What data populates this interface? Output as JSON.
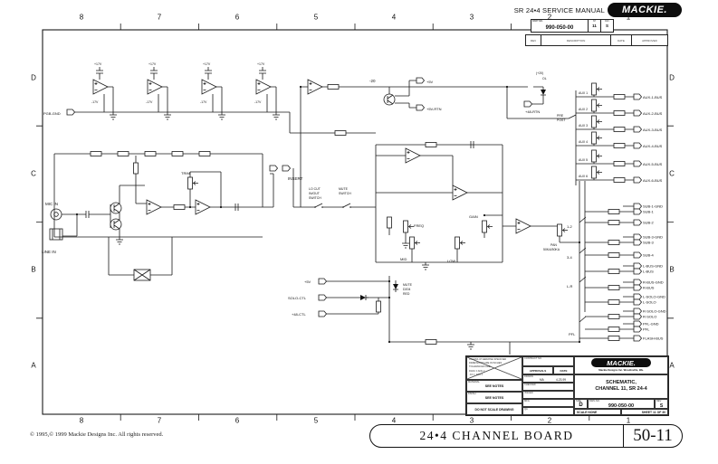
{
  "header": {
    "service_manual": "SR 24•4 SERVICE MANUAL",
    "brand": "MACKIE.",
    "part_label": "PART NO.",
    "part_no": "990-050-00",
    "sheet_label": "SH",
    "sheet_no": "11",
    "rev_label": "REV",
    "rev": "S"
  },
  "rev_strip": {
    "rev": "REV",
    "description": "DESCRIPTION",
    "date": "DATE",
    "approved": "APPROVED"
  },
  "zones": {
    "columns": [
      "8",
      "7",
      "6",
      "5",
      "4",
      "3",
      "2",
      "1"
    ],
    "rows": [
      "D",
      "C",
      "B",
      "A"
    ]
  },
  "title_block": {
    "tolerance_lines": [
      "UNLESS OTHERWISE SPECIFIED",
      "DIMENSIONS ARE IN INCHES",
      "TOLERANCES ARE:",
      "FRAC ±   ANG ±",
      ".XX ±   .XXX ±"
    ],
    "material_label": "MATERIAL",
    "material": "SEE NOTES",
    "finish_label": "FINISH",
    "finish": "SEE NOTES",
    "do_not_scale": "DO NOT SCALE DRAWING",
    "contract_label": "CONTRACT NO.",
    "approvals_label": "APPROVALS",
    "date_label": "DATE",
    "rows": [
      {
        "label": "DRAWN",
        "by": "MA",
        "date": "4-23-99"
      },
      {
        "label": "CHECKED",
        "by": "",
        "date": ""
      },
      {
        "label": "ISSUED",
        "by": "",
        "date": ""
      },
      {
        "label": "MFG",
        "by": "",
        "date": ""
      },
      {
        "label": "QA",
        "by": "",
        "date": ""
      }
    ],
    "brand": "MACKIE.",
    "company": "Mackie Designs Inc.   Woodinville, Wa.",
    "title_line1": "SCHEMATIC,",
    "title_line2": "CHANNEL 11, SR 24-4",
    "size_label": "SIZE",
    "size": "D",
    "dwg_label": "DWG NO.",
    "dwg_no": "990-050-00",
    "rev_label": "REV",
    "rev": "S",
    "scale": "SCALE NONE",
    "sheet": "SHEET 11 OF 30"
  },
  "footer": {
    "copyright": "© 1995,© 1999 Mackie Designs Inc. All rights reserved.",
    "board_title": "24•4 CHANNEL BOARD",
    "page": "50-11"
  },
  "schematic": {
    "mic_in": "MIC IN",
    "line_in": "LINE IN",
    "pgb_gnd": "PGB-GND",
    "trim": "TRIM",
    "insert": "INSERT",
    "lo_cut": [
      "LO CUT",
      "IN/OUT",
      "SWITCH"
    ],
    "mute_sw": [
      "MUTE",
      "SWITCH"
    ],
    "minus20": "-20",
    "ol": [
      "(+20)",
      "OL"
    ],
    "p5v": "+5V",
    "p5v_rtn": "+5V-RTN",
    "p48_rtn": "+48-RTN",
    "freq": "FREQ",
    "mid": "MID",
    "low": "LOW",
    "gain": "GAIN",
    "pan": [
      "PAN",
      "50KA/50KA"
    ],
    "pre_post": [
      "PRE",
      "POST"
    ],
    "mute_led": [
      "MUTE",
      "D204",
      "RED"
    ],
    "solo_ctl": "SOLO-CTL",
    "p48_ctl": "+48-CTL",
    "assign": [
      "1-2",
      "3-4",
      "L-R"
    ],
    "pfl": "PFL",
    "p17": "+17V",
    "n17": "-17V",
    "aux": [
      "AUX 1",
      "AUX 2",
      "AUX 3",
      "AUX 4",
      "AUX 5",
      "AUX 6"
    ],
    "aux_bus": [
      "AUX-1-BUS",
      "AUX-2-BUS",
      "AUX-3-BUS",
      "AUX-4-BUS",
      "AUX-5-BUS",
      "AUX-6-BUS"
    ],
    "buses": [
      "SUB-1-GND",
      "SUB-1",
      "SUB-2",
      "SUB-3-GND",
      "SUB-3",
      "SUB-4",
      "L-BUS-GND",
      "L-BUS",
      "R-BUS-GND",
      "R-BUS",
      "L-SOLO-GND",
      "L-SOLO",
      "R-SOLO-GND",
      "R-SOLO",
      "PFL-GND",
      "PFL",
      "FLASH-BUS"
    ]
  }
}
